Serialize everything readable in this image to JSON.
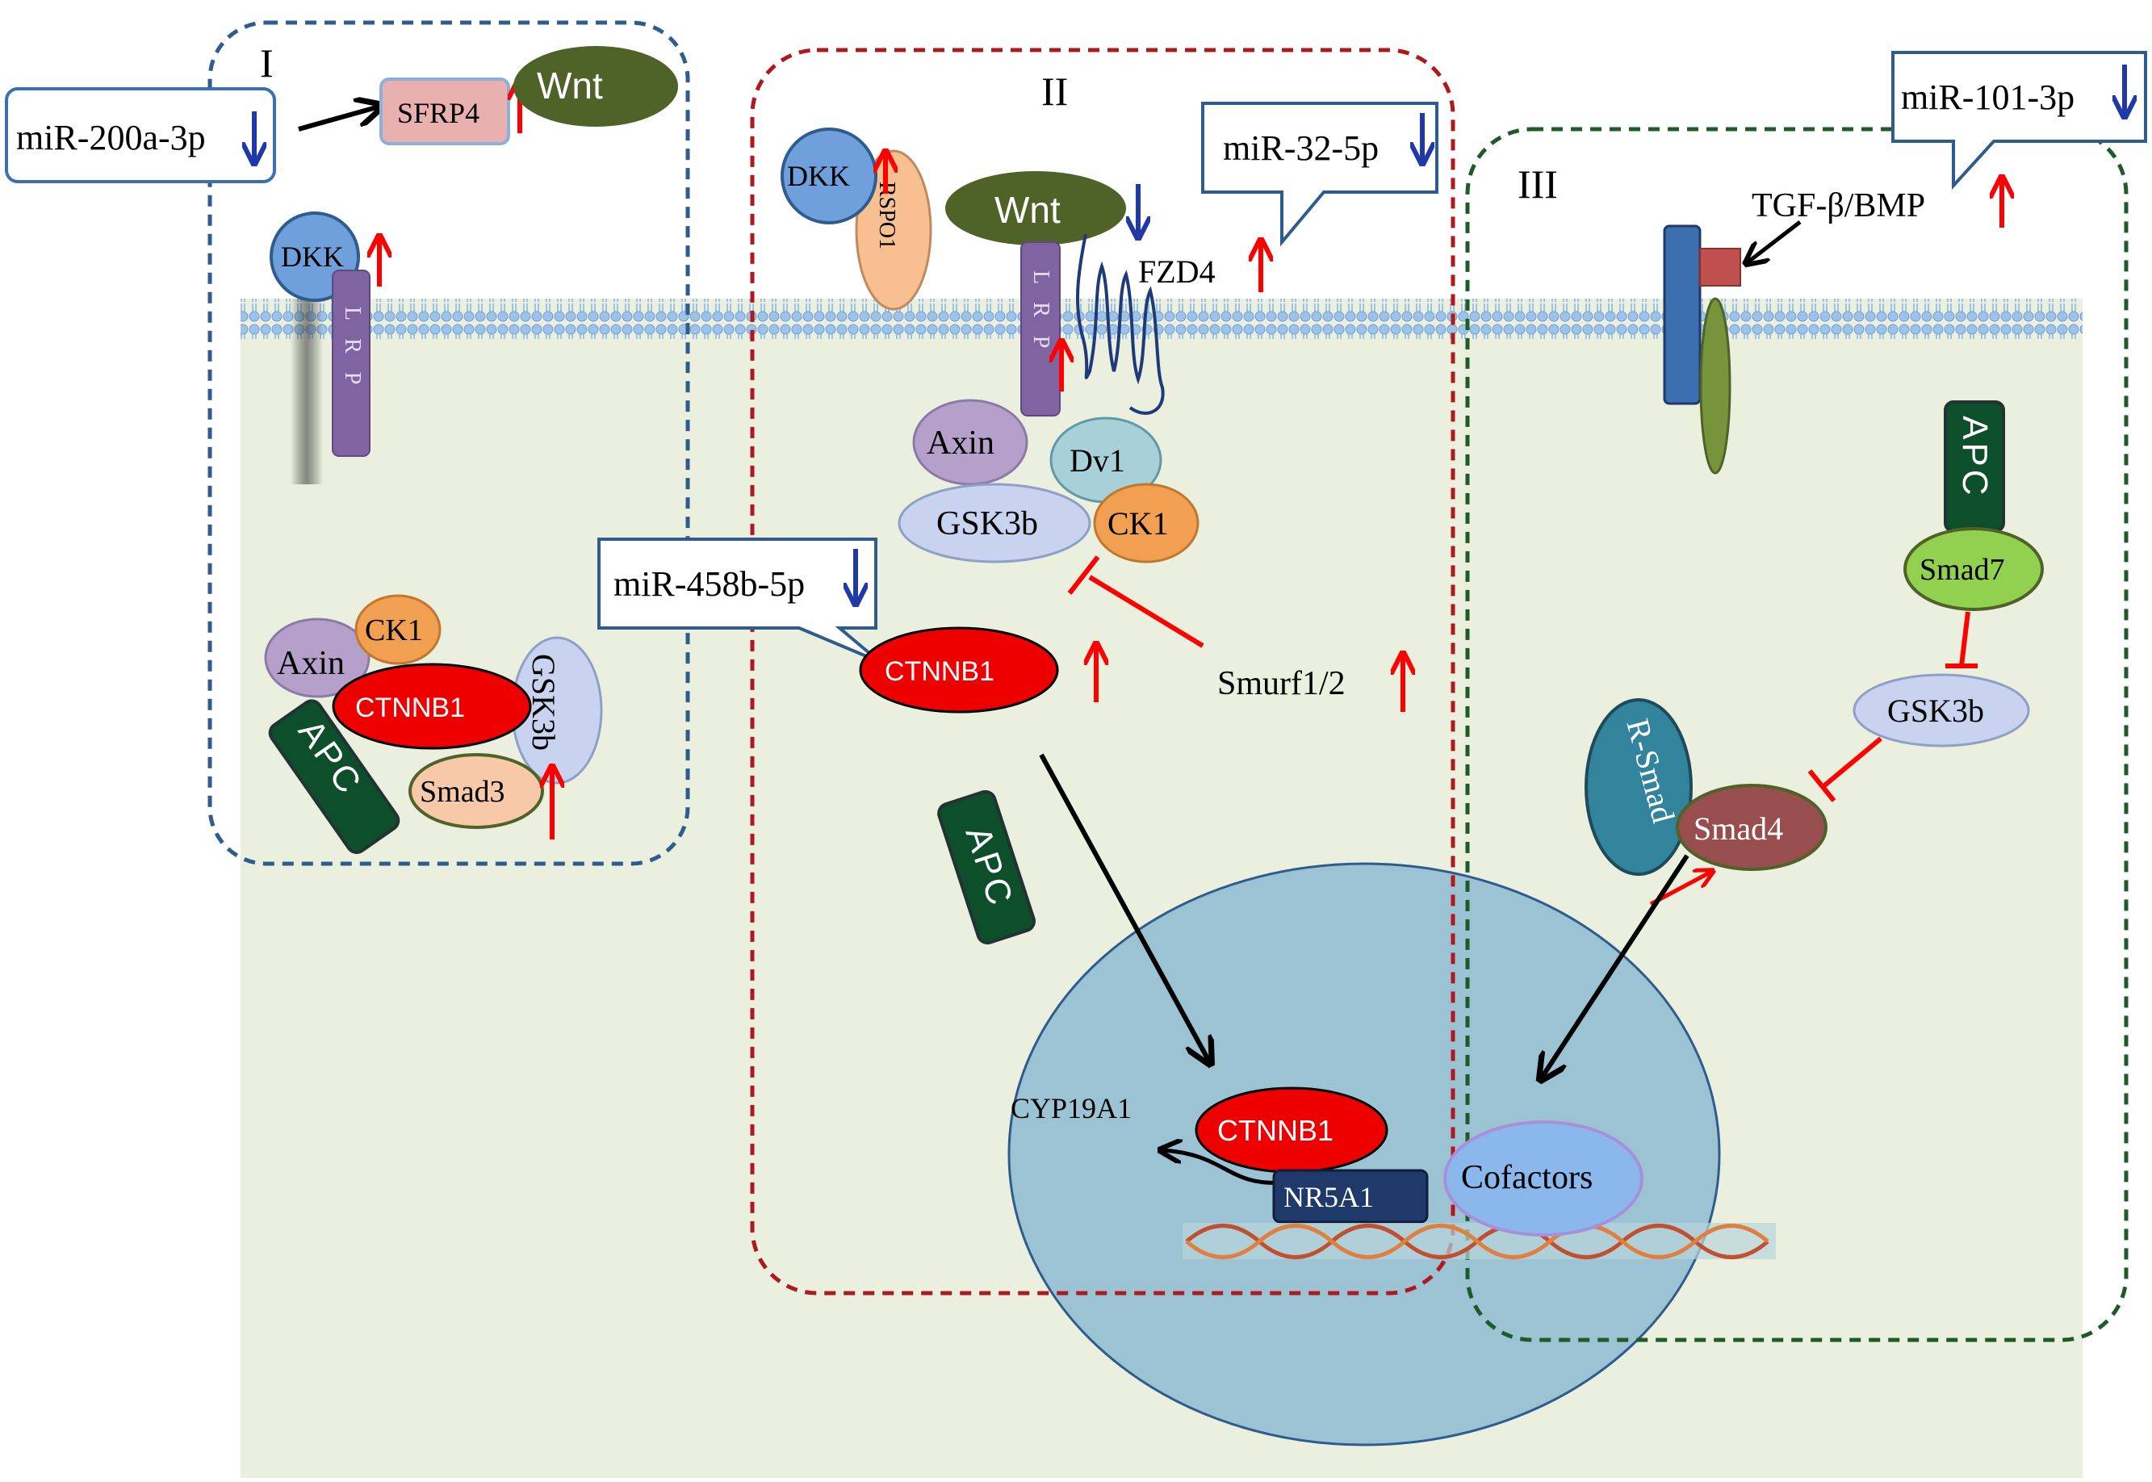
{
  "panels": {
    "panel_1_label": "I",
    "panel_2_label": "II",
    "panel_3_label": "III"
  },
  "mirnas": {
    "mir_200a": "miR-200a-3p",
    "mir_32": "miR-32-5p",
    "mir_101": "miR-101-3p",
    "mir_458b": "miR-458b-5p"
  },
  "molecules": {
    "sfrp4": "SFRP4",
    "wnt_1": "Wnt",
    "wnt_2": "Wnt",
    "dkk_1": "DKK",
    "dkk_2": "DKK",
    "rspo1": "RSPO1",
    "lrp_1": "L R P",
    "lrp_2": "L R P",
    "fzd4": "FZD4",
    "tgf_bmp": "TGF-β/BMP",
    "axin_1": "Axin",
    "ck1_1": "CK1",
    "ctnnb1_1": "CTNNB1",
    "gsk3b_1": "GSK3b",
    "apc_1": "APC",
    "smad3": "Smad3",
    "axin_2": "Axin",
    "dv1": "Dv1",
    "gsk3b_2": "GSK3b",
    "ck1_2": "CK1",
    "ctnnb1_2": "CTNNB1",
    "smurf": "Smurf1/2",
    "apc_2": "APC",
    "apc_3": "APC",
    "smad7": "Smad7",
    "gsk3b_3": "GSK3b",
    "r_smad": "R-Smad",
    "smad4": "Smad4",
    "cyp19a1": "CYP19A1",
    "ctnnb1_3": "CTNNB1",
    "nr5a1": "NR5A1",
    "cofactors": "Cofactors"
  },
  "colors": {
    "cytoplasm": "#ebf0de",
    "membrane": "#9ec3e8",
    "nucleus": "#9bc3d3",
    "panel_1_border": "#2f5c8f",
    "panel_2_border": "#b0181e",
    "panel_3_border": "#1f5a2a",
    "ctnnb1": "#ee0000",
    "apc": "#0d4f2b",
    "wnt": "#4f6228",
    "up_arrow": "#ff0000",
    "down_arrow": "#1f3aa8"
  }
}
